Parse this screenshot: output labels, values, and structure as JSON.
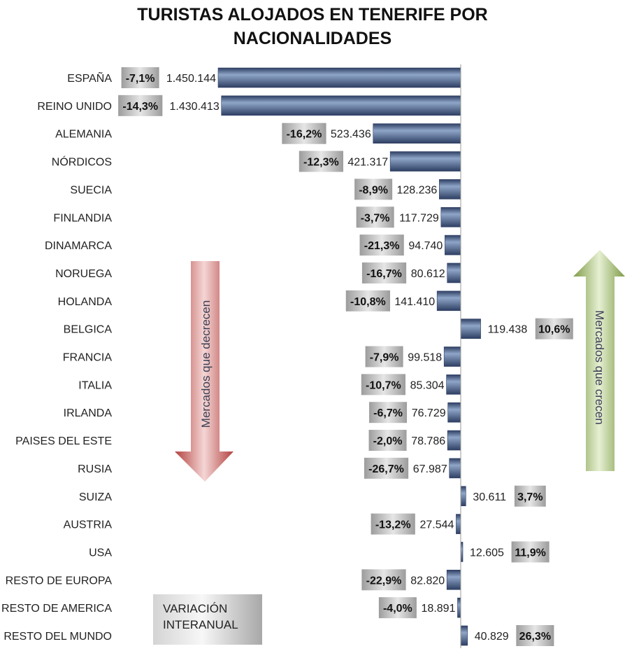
{
  "chart_data": {
    "type": "bar",
    "orientation": "horizontal",
    "title": "TURISTAS ALOJADOS EN TENERIFE POR NACIONALIDADES",
    "title_lines": [
      "TURISTAS ALOJADOS EN TENERIFE POR",
      "NACIONALIDADES"
    ],
    "categories": [
      "ESPAÑA",
      "REINO UNIDO",
      "ALEMANIA",
      "NÓRDICOS",
      "SUECIA",
      "FINLANDIA",
      "DINAMARCA",
      "NORUEGA",
      "HOLANDA",
      "BELGICA",
      "FRANCIA",
      "ITALIA",
      "IRLANDA",
      "PAISES DEL ESTE",
      "RUSIA",
      "SUIZA",
      "AUSTRIA",
      "USA",
      "RESTO DE EUROPA",
      "RESTO DE AMERICA",
      "RESTO DEL MUNDO"
    ],
    "values": [
      1450144,
      1430413,
      523436,
      421317,
      128236,
      117729,
      94740,
      80612,
      141410,
      119438,
      99518,
      85304,
      76729,
      78786,
      67987,
      30611,
      27544,
      12605,
      82820,
      18891,
      40829
    ],
    "value_labels": [
      "1.450.144",
      "1.430.413",
      "523.436",
      "421.317",
      "128.236",
      "117.729",
      "94.740",
      "80.612",
      "141.410",
      "119.438",
      "99.518",
      "85.304",
      "76.729",
      "78.786",
      "67.987",
      "30.611",
      "27.544",
      "12.605",
      "82.820",
      "18.891",
      "40.829"
    ],
    "variation_labels": [
      "-7,1%",
      "-14,3%",
      "-16,2%",
      "-12,3%",
      "-8,9%",
      "-3,7%",
      "-21,3%",
      "-16,7%",
      "-10,8%",
      "10,6%",
      "-7,9%",
      "-10,7%",
      "-6,7%",
      "-2,0%",
      "-26,7%",
      "3,7%",
      "-13,2%",
      "11,9%",
      "-22,9%",
      "-4,0%",
      "26,3%"
    ],
    "direction": [
      "down",
      "down",
      "down",
      "down",
      "down",
      "down",
      "down",
      "down",
      "down",
      "up",
      "down",
      "down",
      "down",
      "down",
      "down",
      "up",
      "down",
      "up",
      "down",
      "down",
      "up"
    ],
    "xlim": [
      -1450144,
      1450144
    ],
    "bar_color": "#8fa6c8",
    "bar_color_dark": "#2e3f63",
    "annotations": {
      "decrease_text": "Mercados que decrecen",
      "decrease_color": "#b3423f",
      "increase_text": "Mercados que crecen",
      "increase_color": "#7f9c47"
    },
    "legend_lines": [
      "VARIACIÓN",
      "INTERANUAL"
    ],
    "grid": false
  }
}
